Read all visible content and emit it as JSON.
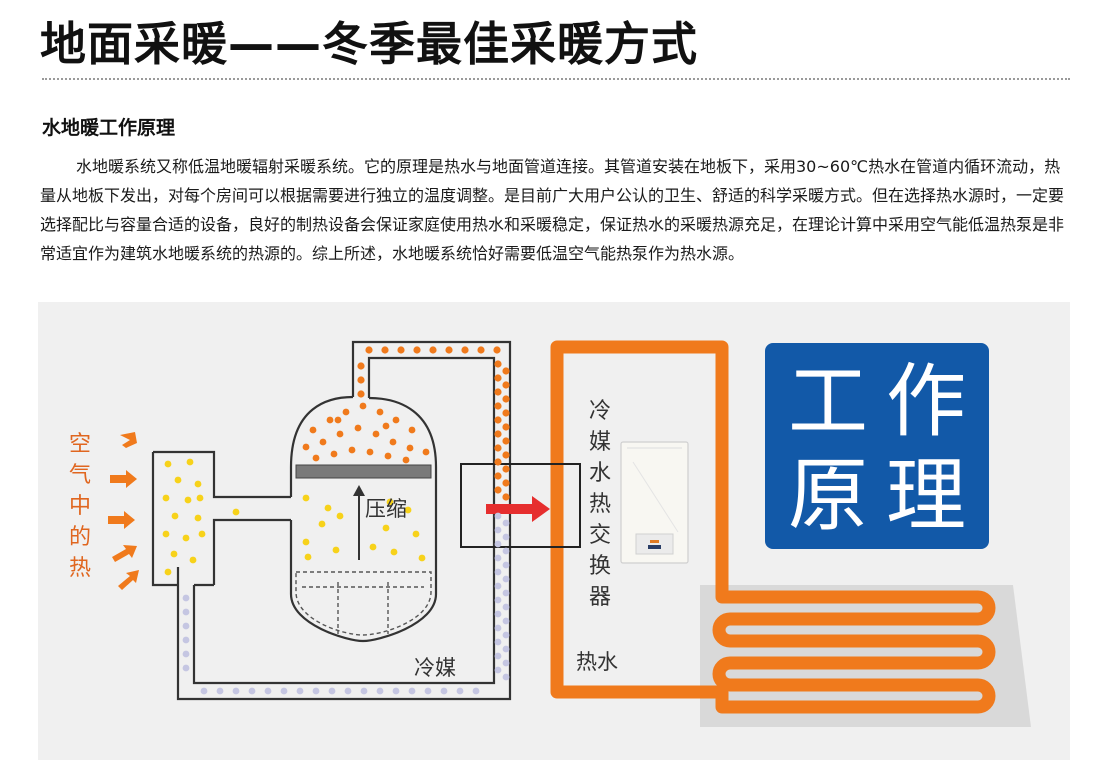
{
  "title": "地面采暖——冬季最佳采暖方式",
  "section_heading": "水地暖工作原理",
  "paragraph": "水地暖系统又称低温地暖辐射采暖系统。它的原理是热水与地面管道连接。其管道安装在地板下，采用30~60℃热水在管道内循环流动，热量从地板下发出，对每个房间可以根据需要进行独立的温度调整。是目前广大用户公认的卫生、舒适的科学采暖方式。但在选择热水源时，一定要选择配比与容量合适的设备，良好的制热设备会保证家庭使用热水和采暖稳定，保证热水的采暖热源充足，在理论计算中采用空气能低温热泵是非常适宜作为建筑水地暖系统的热源的。综上所述，水地暖系统恰好需要低温空气能热泵作为热水源。",
  "diagram": {
    "air_heat_label": [
      "空",
      "气",
      "中",
      "的",
      "热"
    ],
    "compress_label": "压缩",
    "refrigerant_label": "冷媒",
    "exchanger_label": [
      "冷",
      "媒",
      "水",
      "热",
      "交",
      "换",
      "器"
    ],
    "hot_water_label": "热水",
    "badge_chars": [
      "工",
      "作",
      "原",
      "理"
    ]
  },
  "colors": {
    "hot_orange": "#f07a1c",
    "air_label_orange": "#e0661f",
    "cold_dot": "#c5c6e2",
    "yellow_dot": "#f7d21a",
    "red_arrow": "#e62e2e",
    "badge_blue": "#1259a8",
    "panel_bg": "#f0f0f0"
  },
  "icons": {
    "air_arrow": "right-arrow-icon",
    "compress_arrow": "up-arrow-icon",
    "transfer_arrow": "red-right-arrow-icon"
  }
}
